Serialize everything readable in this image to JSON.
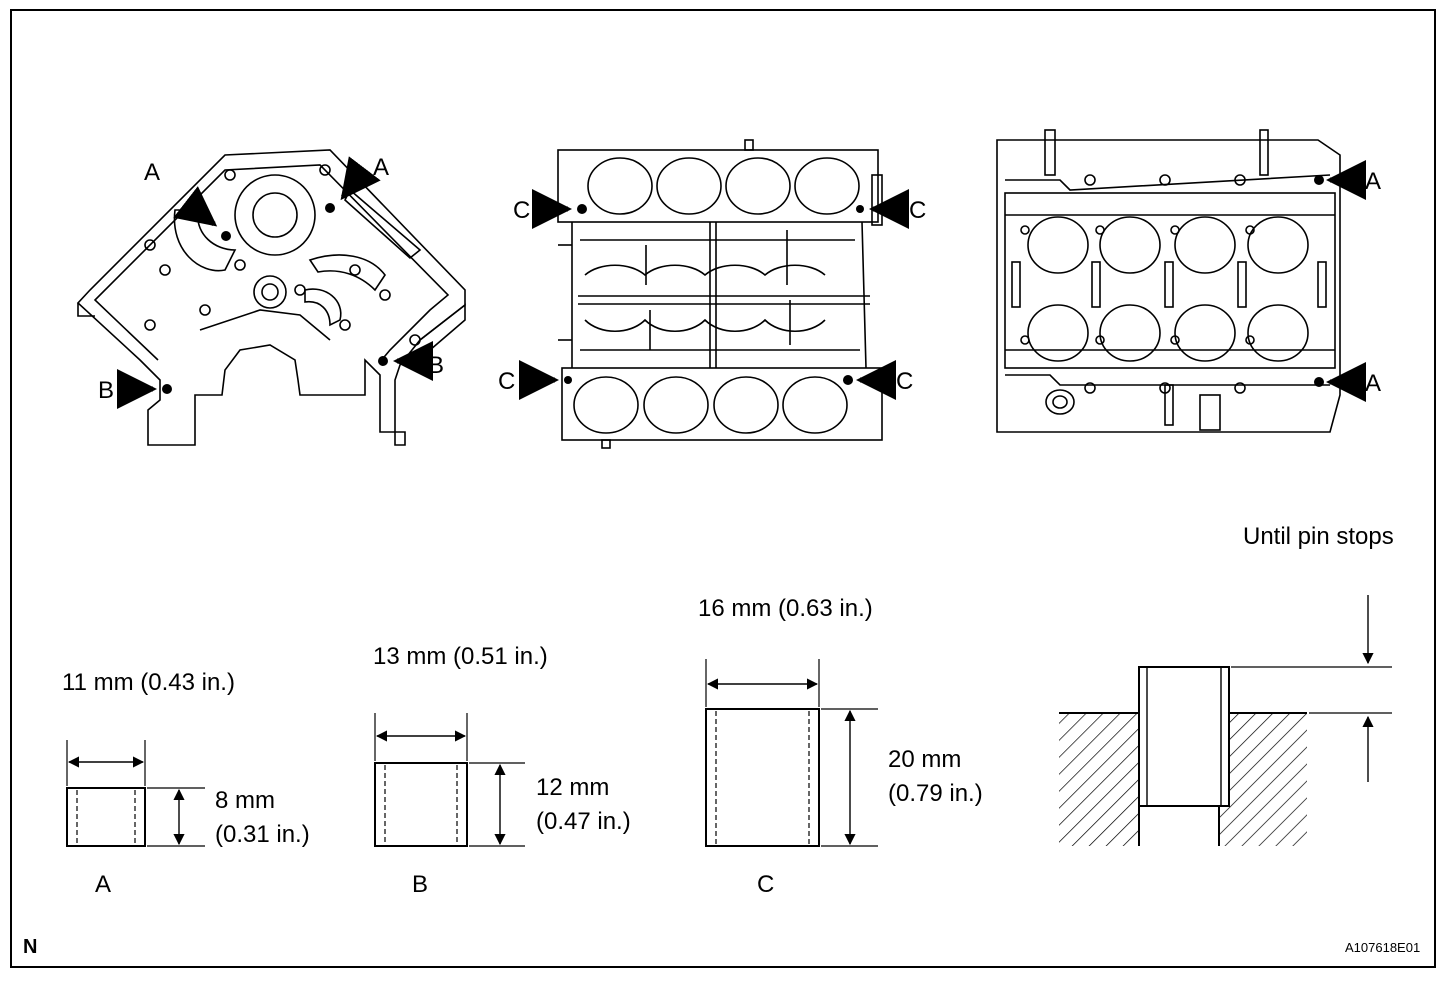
{
  "figure_id": "A107618E01",
  "corner_mark": "N",
  "view_labels": {
    "front_a_left": "A",
    "front_a_right": "A",
    "front_b_left": "B",
    "front_b_right": "B",
    "top_c_tl": "C",
    "top_c_tr": "C",
    "top_c_bl": "C",
    "top_c_br": "C",
    "bottom_a_top": "A",
    "bottom_a_bottom": "A"
  },
  "pins": {
    "a": {
      "width": "11 mm (0.43 in.)",
      "height_mm": "8 mm",
      "height_in": "(0.31 in.)",
      "label": "A"
    },
    "b": {
      "width": "13 mm (0.51 in.)",
      "height_mm": "12 mm",
      "height_in": "(0.47 in.)",
      "label": "B"
    },
    "c": {
      "width": "16 mm (0.63 in.)",
      "height_mm": "20 mm",
      "height_in": "(0.79 in.)",
      "label": "C"
    }
  },
  "install_note": "Until pin stops"
}
